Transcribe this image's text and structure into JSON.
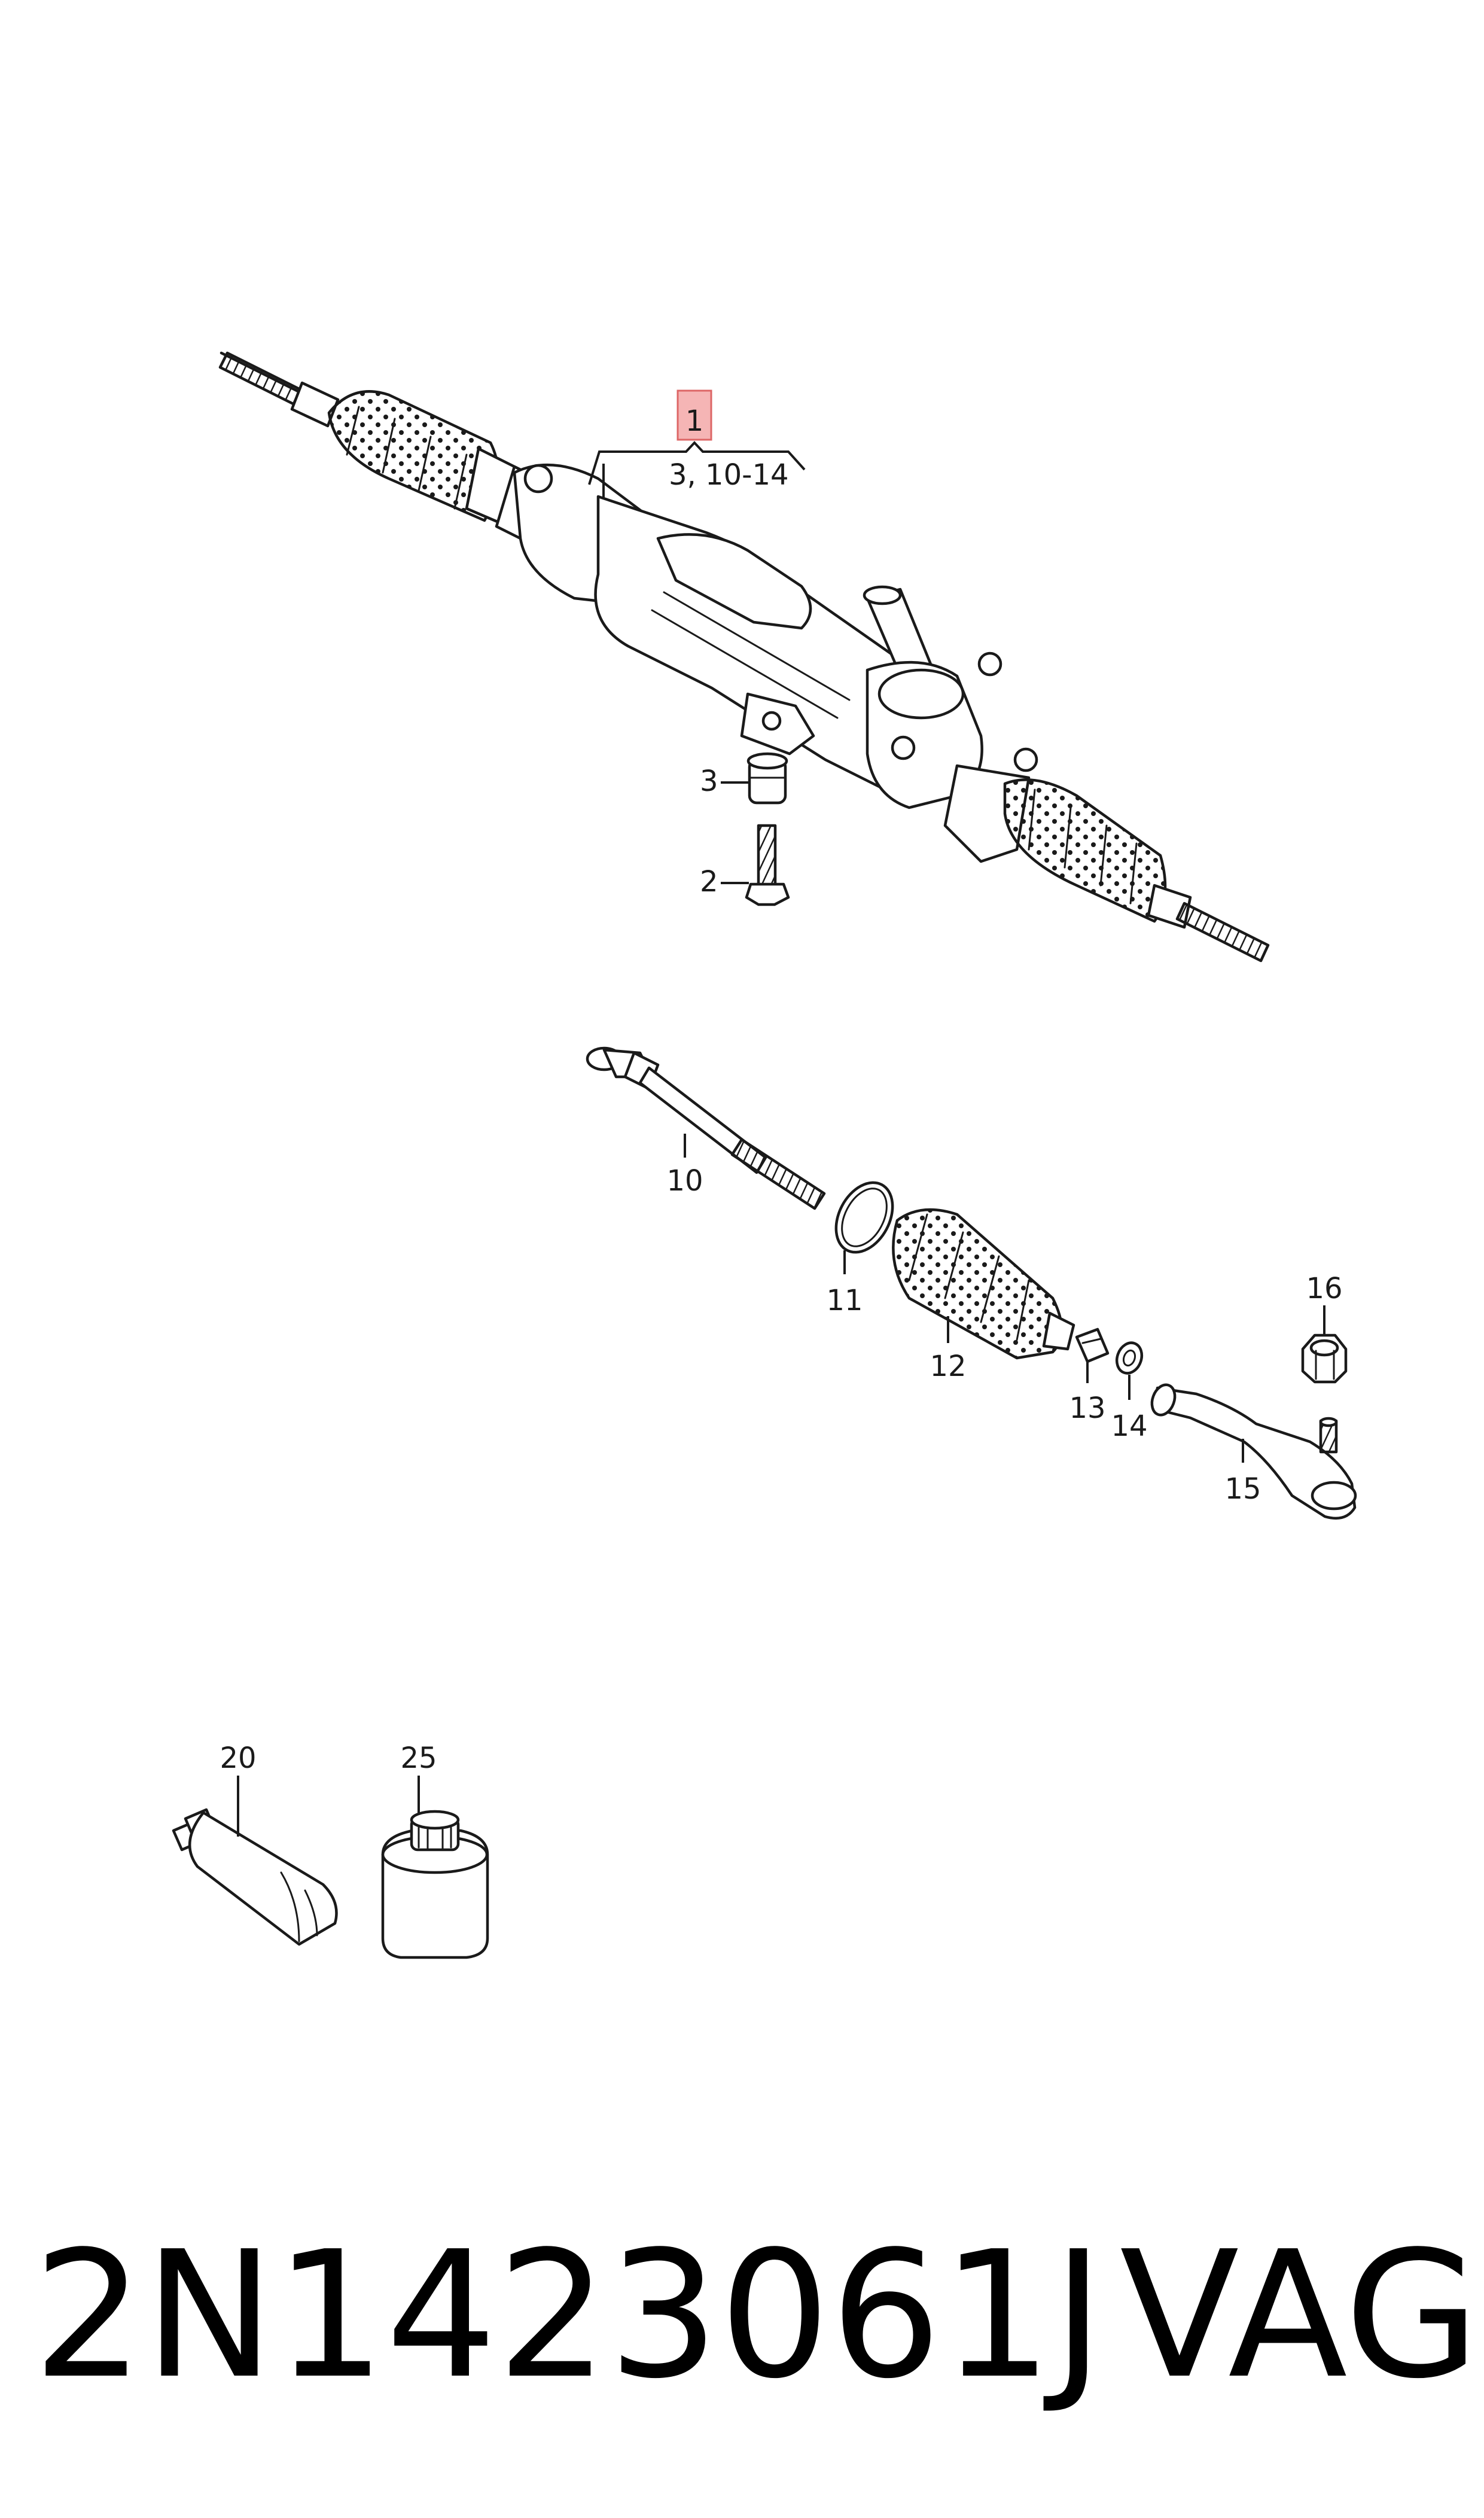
{
  "diagram": {
    "callouts": {
      "c1": "1",
      "c1_range": "3, 10-14",
      "c2": "2",
      "c3": "3",
      "c10": "10",
      "c11": "11",
      "c12": "12",
      "c13": "13",
      "c14": "14",
      "c15": "15",
      "c16": "16",
      "c20": "20",
      "c25": "25"
    },
    "highlight_color": "#f5b5b5",
    "line_color": "#1a1a1a"
  },
  "footer": {
    "part_number": "2N1423061J",
    "brand": "VAG"
  }
}
